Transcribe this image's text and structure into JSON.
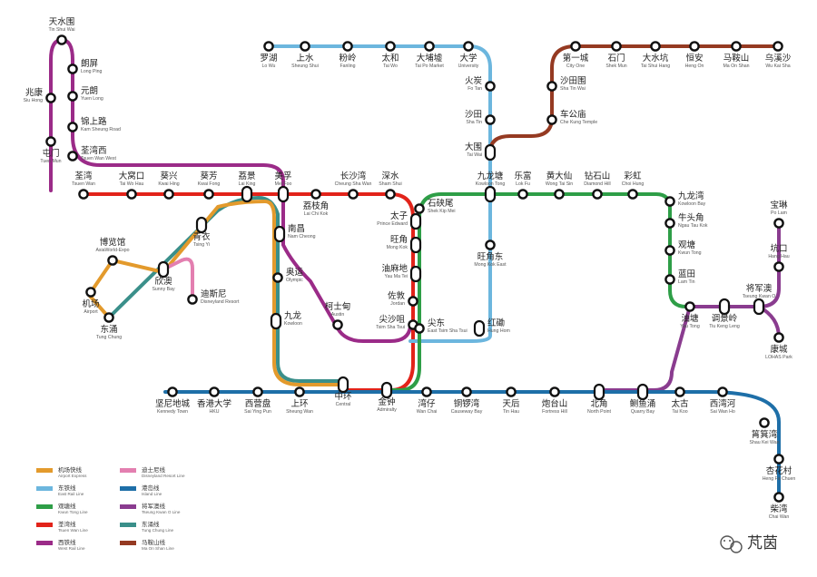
{
  "colors": {
    "east_rail": "#6cb6de",
    "tsuen_wan": "#e2231a",
    "kwun_tong": "#2e9e47",
    "island": "#1e6fa8",
    "tung_chung": "#3a8f8a",
    "airport": "#e39a2c",
    "disneyland": "#e37fb0",
    "tseung_kwan_o": "#8a3c8f",
    "west_rail": "#9b2b88",
    "ma_on_shan": "#953a22"
  },
  "stations": {
    "tin_shui_wai": {
      "zh": "天水围",
      "en": "Tin Shui Wai"
    },
    "siu_hong": {
      "zh": "兆康",
      "en": "Siu Hong"
    },
    "tuen_mun": {
      "zh": "屯门",
      "en": "Tuen Mun"
    },
    "long_ping": {
      "zh": "朗屏",
      "en": "Long Ping"
    },
    "yuen_long": {
      "zh": "元朗",
      "en": "Yuen Long"
    },
    "kam_sheung_road": {
      "zh": "锦上路",
      "en": "Kam Sheung Road"
    },
    "tsuen_wan_west": {
      "zh": "荃湾西",
      "en": "Tsuen Wan West"
    },
    "lo_wu": {
      "zh": "罗湖",
      "en": "Lo Wu"
    },
    "sheung_shui": {
      "zh": "上水",
      "en": "Sheung Shui"
    },
    "fanling": {
      "zh": "粉岭",
      "en": "Fanling"
    },
    "tai_wo": {
      "zh": "太和",
      "en": "Tai Wo"
    },
    "tai_po_market": {
      "zh": "大埔墟",
      "en": "Tai Po Market"
    },
    "university": {
      "zh": "大学",
      "en": "University"
    },
    "fo_tan": {
      "zh": "火炭",
      "en": "Fo Tan"
    },
    "sha_tin": {
      "zh": "沙田",
      "en": "Sha Tin"
    },
    "tai_wai": {
      "zh": "大围",
      "en": "Tai Wai"
    },
    "wu_kai_sha": {
      "zh": "乌溪沙",
      "en": "Wu Kai Sha"
    },
    "ma_on_shan": {
      "zh": "马鞍山",
      "en": "Ma On Shan"
    },
    "heng_on": {
      "zh": "恒安",
      "en": "Heng On"
    },
    "tai_shui_hang": {
      "zh": "大水坑",
      "en": "Tai Shui Hang"
    },
    "shek_mun": {
      "zh": "石门",
      "en": "Shek Mun"
    },
    "city_one": {
      "zh": "第一城",
      "en": "City One"
    },
    "sha_tin_wai": {
      "zh": "沙田围",
      "en": "Sha Tin Wai"
    },
    "che_kung_temple": {
      "zh": "车公庙",
      "en": "Che Kung Temple"
    },
    "tsuen_wan": {
      "zh": "荃湾",
      "en": "Tsuen Wan"
    },
    "tai_wo_hau": {
      "zh": "大窝口",
      "en": "Tai Wo Hau"
    },
    "kwai_hing": {
      "zh": "葵兴",
      "en": "Kwai Hing"
    },
    "kwai_fong": {
      "zh": "葵芳",
      "en": "Kwai Fong"
    },
    "lai_king": {
      "zh": "荔景",
      "en": "Lai King"
    },
    "mei_foo": {
      "zh": "美孚",
      "en": "Mei Foo"
    },
    "lai_chi_kok": {
      "zh": "荔枝角",
      "en": "Lai Chi Kok"
    },
    "cheung_sha_wan": {
      "zh": "长沙湾",
      "en": "Cheung Sha Wan"
    },
    "sham_shui_po": {
      "zh": "深水",
      "en": "Sham Shui"
    },
    "kowloon_tong": {
      "zh": "九龙塘",
      "en": "Kowloon Tong"
    },
    "lok_fu": {
      "zh": "乐富",
      "en": "Lok Fu"
    },
    "wong_tai_sin": {
      "zh": "黄大仙",
      "en": "Wong Tai Sin"
    },
    "diamond_hill": {
      "zh": "钻石山",
      "en": "Diamond Hill"
    },
    "choi_hung": {
      "zh": "彩虹",
      "en": "Choi Hung"
    },
    "kowloon_bay": {
      "zh": "九龙湾",
      "en": "Kowloon Bay"
    },
    "ngau_tau_kok": {
      "zh": "牛头角",
      "en": "Ngau Tau Kok"
    },
    "kwun_tong": {
      "zh": "观塘",
      "en": "Kwun Tong"
    },
    "lam_tin": {
      "zh": "蓝田",
      "en": "Lam Tin"
    },
    "yau_tong": {
      "zh": "油塘",
      "en": "Yau Tong"
    },
    "tiu_keng_leng": {
      "zh": "调景岭",
      "en": "Tiu Keng Leng"
    },
    "tseung_kwan_o": {
      "zh": "将军澳",
      "en": "Tseung Kwan O"
    },
    "hang_hau": {
      "zh": "坑口",
      "en": "Hang Hau"
    },
    "po_lam": {
      "zh": "宝琳",
      "en": "Po Lam"
    },
    "lohas_park": {
      "zh": "康城",
      "en": "LOHAS Park"
    },
    "shek_kip_mei": {
      "zh": "石硖尾",
      "en": "Shek Kip Mei"
    },
    "prince_edward": {
      "zh": "太子",
      "en": "Prince Edward"
    },
    "mong_kok": {
      "zh": "旺角",
      "en": "Mong Kok"
    },
    "yau_ma_tei": {
      "zh": "油麻地",
      "en": "Yau Ma Tei"
    },
    "jordan": {
      "zh": "佐敦",
      "en": "Jordan"
    },
    "tsim_sha_tsui": {
      "zh": "尖沙咀",
      "en": "Tsim Sha Tsui"
    },
    "east_tsim_sha_tsui": {
      "zh": "尖东",
      "en": "East Tsim Sha Tsui"
    },
    "mong_kok_east": {
      "zh": "旺角东",
      "en": "Mong Kok East"
    },
    "hung_hom": {
      "zh": "红磡",
      "en": "Hung Hom"
    },
    "austin": {
      "zh": "柯士甸",
      "en": "Austin"
    },
    "nam_cheong": {
      "zh": "南昌",
      "en": "Nam Cheong"
    },
    "olympic": {
      "zh": "奥运",
      "en": "Olympic"
    },
    "kowloon": {
      "zh": "九龙",
      "en": "Kowloon"
    },
    "tsing_yi": {
      "zh": "青衣",
      "en": "Tsing Yi"
    },
    "asiaworld_expo": {
      "zh": "博览馆",
      "en": "AsiaWorld-Expo"
    },
    "airport": {
      "zh": "机场",
      "en": "Airport"
    },
    "tung_chung": {
      "zh": "东涌",
      "en": "Tung Chung"
    },
    "sunny_bay": {
      "zh": "欣澳",
      "en": "Sunny Bay"
    },
    "disneyland_resort": {
      "zh": "迪斯尼",
      "en": "Disneyland Resort"
    },
    "kennedy_town": {
      "zh": "坚尼地城",
      "en": "Kennedy Town"
    },
    "hku": {
      "zh": "香港大学",
      "en": "HKU"
    },
    "sai_ying_pun": {
      "zh": "西营盘",
      "en": "Sai Ying Pun"
    },
    "sheung_wan": {
      "zh": "上环",
      "en": "Sheung Wan"
    },
    "central": {
      "zh": "中环",
      "en": "Central"
    },
    "admiralty": {
      "zh": "金钟",
      "en": "Admiralty"
    },
    "wan_chai": {
      "zh": "湾仔",
      "en": "Wan Chai"
    },
    "causeway_bay": {
      "zh": "铜锣湾",
      "en": "Causeway Bay"
    },
    "tin_hau": {
      "zh": "天后",
      "en": "Tin Hau"
    },
    "fortress_hill": {
      "zh": "炮台山",
      "en": "Fortress Hill"
    },
    "north_point": {
      "zh": "北角",
      "en": "North Point"
    },
    "quarry_bay": {
      "zh": "鲗鱼涌",
      "en": "Quarry Bay"
    },
    "tai_koo": {
      "zh": "太古",
      "en": "Tai Koo"
    },
    "sai_wan_ho": {
      "zh": "西湾河",
      "en": "Sai Wan Ho"
    },
    "shau_kei_wan": {
      "zh": "筲箕湾",
      "en": "Shau Kei Wan"
    },
    "heng_fa_chuen": {
      "zh": "杏花村",
      "en": "Heng Fa Chuen"
    },
    "chai_wan": {
      "zh": "柴湾",
      "en": "Chai Wan"
    }
  },
  "legend": [
    {
      "zh": "机场快线",
      "en": "Airport Express",
      "color": "airport"
    },
    {
      "zh": "迪士尼线",
      "en": "Disneyland Resort Line",
      "color": "disneyland"
    },
    {
      "zh": "东铁线",
      "en": "East Rail Line",
      "color": "east_rail"
    },
    {
      "zh": "港岛线",
      "en": "Island Line",
      "color": "island"
    },
    {
      "zh": "观塘线",
      "en": "Kwun Tong Line",
      "color": "kwun_tong"
    },
    {
      "zh": "将军澳线",
      "en": "Tseung Kwan O Line",
      "color": "tseung_kwan_o"
    },
    {
      "zh": "荃湾线",
      "en": "Tsuen Wan Line",
      "color": "tsuen_wan"
    },
    {
      "zh": "东涌线",
      "en": "Tung Chung Line",
      "color": "tung_chung"
    },
    {
      "zh": "西铁线",
      "en": "West Rail Line",
      "color": "west_rail"
    },
    {
      "zh": "马鞍山线",
      "en": "Ma On Shan Line",
      "color": "ma_on_shan"
    }
  ],
  "watermark": "芃茵"
}
